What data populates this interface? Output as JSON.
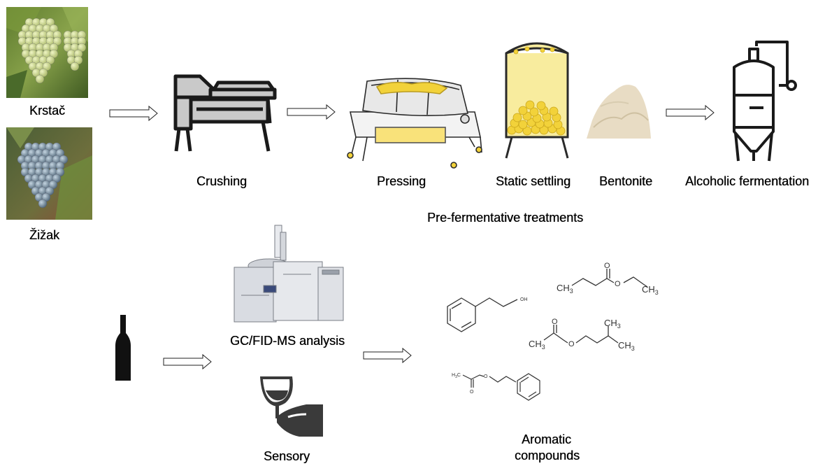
{
  "varieties": [
    {
      "name": "Krstač",
      "grape_color": "#b9c97a"
    },
    {
      "name": "Žižak",
      "grape_color": "#5f7a8e"
    }
  ],
  "steps": {
    "crushing": "Crushing",
    "pressing": "Pressing",
    "static_settling": "Static settling",
    "bentonite": "Bentonite",
    "alcoholic_fermentation": "Alcoholic fermentation",
    "pre_fermentative": "Pre-fermentative treatments"
  },
  "analysis": {
    "gcms": "GC/FID-MS analysis",
    "sensory": "Sensory",
    "aromatic_line1": "Aromatic",
    "aromatic_line2": "compounds"
  },
  "chem_labels": {
    "oh": "OH",
    "ch3": "CH",
    "sub3": "3",
    "h3c": "H",
    "c": "C",
    "o": "O"
  },
  "colors": {
    "icon_dark": "#1a1a1a",
    "icon_gray": "#c9c9c9",
    "juice": "#f5e79a",
    "bubbles": "#f2d23a",
    "bentonite": "#e8dcc4"
  }
}
